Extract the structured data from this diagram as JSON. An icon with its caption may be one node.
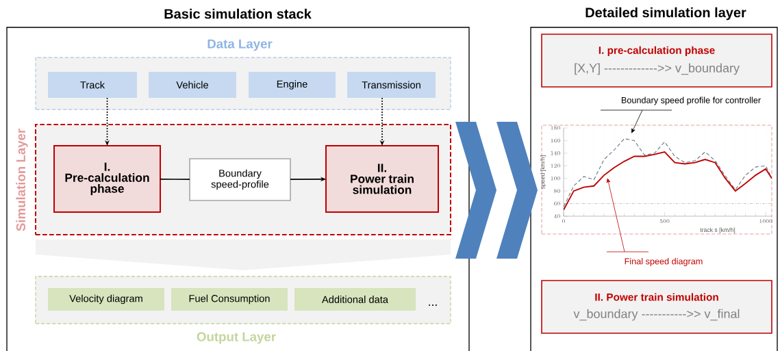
{
  "diagram": {
    "nodes": [
      {
        "text": [
          "Basic simulation stack"
        ]
      },
      {
        "text": [
          "Data Layer"
        ],
        "in": 0
      },
      {
        "text": [
          "Track"
        ],
        "in": 1
      },
      {
        "text": [
          "Vehicle"
        ],
        "in": 1
      },
      {
        "text": [
          "Engine"
        ],
        "in": 1
      },
      {
        "text": [
          "Transmission"
        ],
        "in": 1
      },
      {
        "text": [
          "Simulation Layer"
        ],
        "in": 0
      },
      {
        "text": [
          "I.",
          "Pre-calculation phase"
        ],
        "in": 6
      },
      {
        "text": [
          "Boundary speed-profile"
        ],
        "in": 6
      },
      {
        "text": [
          "II.",
          "Power train simulation"
        ],
        "in": 6
      },
      {
        "text": [
          "Output Layer"
        ],
        "in": 0
      },
      {
        "text": [
          "Velocity diagram"
        ],
        "in": 10
      },
      {
        "text": [
          "Fuel Consumption"
        ],
        "in": 10
      },
      {
        "text": [
          "Additional data"
        ],
        "in": 10
      },
      {
        "text": [
          "Detailed simulation layer"
        ]
      },
      {
        "text": [
          "I. pre-calculation phase",
          "[X,Y] ------------->> v_boundary"
        ],
        "in": 14
      },
      {
        "text": [],
        "shape": "box",
        "in": 14
      },
      {
        "text": [
          "Boundary speed profile for controller"
        ],
        "in": 14
      },
      {
        "text": [
          "Final speed diagram"
        ],
        "in": 14
      },
      {
        "text": [
          "II. Power train simulation",
          "v_boundary ----------->> v_final"
        ],
        "in": 14
      }
    ],
    "edges": [
      {
        "from": 2,
        "to": 7,
        "arrow": "to",
        "style": "dashed"
      },
      {
        "from": 5,
        "to": 9,
        "arrow": "to",
        "style": "dashed"
      },
      {
        "from": 7,
        "to": 8,
        "arrow": "none"
      },
      {
        "from": 8,
        "to": 9,
        "arrow": "to"
      },
      {
        "from": 6,
        "to": 10,
        "arrow": "to",
        "style": "thick",
        "color": "#f2f2f2"
      },
      {
        "from": 0,
        "to": 14,
        "arrow": "to",
        "style": "thick",
        "color": "#4f81bd"
      },
      {
        "from": 17,
        "to": 16,
        "arrow": "to"
      },
      {
        "from": 18,
        "to": 16,
        "arrow": "to",
        "color": "#c00000"
      }
    ],
    "labels": [
      "..."
    ],
    "chart_data": {
      "type": "line",
      "xlabel": "track s [km/h]",
      "ylabel": "speed [km/h]",
      "x": [
        0,
        50,
        100,
        150,
        200,
        250,
        300,
        350,
        400,
        450,
        500,
        550,
        600,
        650,
        700,
        750,
        800,
        850,
        900,
        950,
        1000,
        1030
      ],
      "series": [
        {
          "color": "#c00000",
          "line_style": "solid",
          "values": [
            50,
            80,
            86,
            88,
            105,
            117,
            127,
            135,
            135,
            138,
            142,
            125,
            123,
            125,
            130,
            125,
            100,
            80,
            92,
            105,
            115,
            100
          ]
        },
        {
          "color": "#5f7384",
          "line_style": "dashed",
          "values": [
            55,
            88,
            103,
            98,
            130,
            145,
            163,
            160,
            137,
            140,
            158,
            135,
            125,
            128,
            142,
            128,
            104,
            82,
            105,
            118,
            120,
            100
          ]
        },
        {
          "color": "#a6a6a6",
          "line_style": "dashdot",
          "values": [
            60,
            60,
            60,
            60,
            60,
            60,
            60,
            60,
            60,
            60,
            60,
            60,
            60,
            60,
            60,
            60,
            60,
            60,
            60,
            60,
            60,
            60
          ]
        }
      ],
      "xlim": [
        0,
        1030
      ],
      "ylim": [
        40,
        180
      ],
      "xticks": [
        0,
        500,
        1000
      ],
      "yticks": [
        40,
        60,
        80,
        100,
        120,
        140,
        160,
        180
      ]
    }
  }
}
